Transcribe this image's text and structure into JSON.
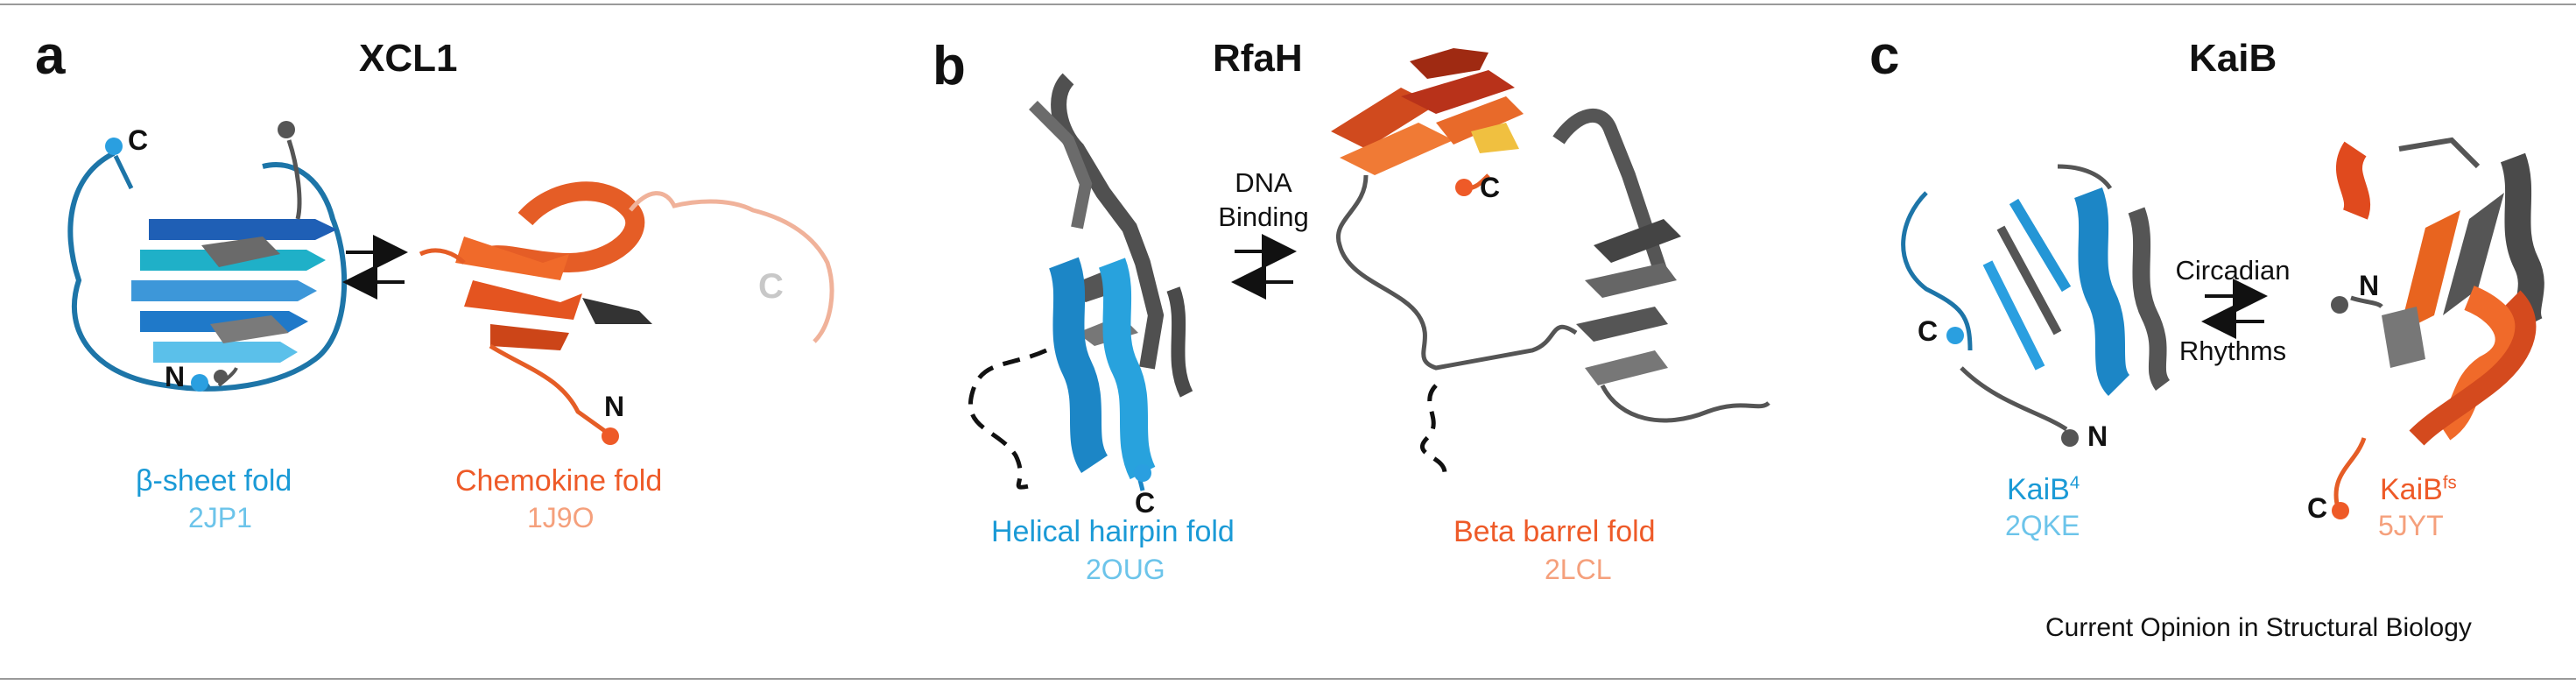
{
  "panels": [
    {
      "letter": "a",
      "title": "XCL1",
      "left": {
        "fold": "β-sheet fold",
        "pdb": "2JP1"
      },
      "right": {
        "fold": "Chemokine fold",
        "pdb": "1J9O"
      },
      "termini": {
        "left_c": "C",
        "left_n": "N",
        "right_n": "N",
        "right_c": "C"
      }
    },
    {
      "letter": "b",
      "title": "RfaH",
      "left": {
        "fold": "Helical hairpin fold",
        "pdb": "2OUG"
      },
      "right": {
        "fold": "Beta barrel fold",
        "pdb": "2LCL"
      },
      "arrow_label_line1": "DNA",
      "arrow_label_line2": "Binding",
      "termini": {
        "left_c": "C",
        "right_c": "C"
      }
    },
    {
      "letter": "c",
      "title": "KaiB",
      "left": {
        "fold_base": "KaiB",
        "fold_sup": "4",
        "pdb": "2QKE"
      },
      "right": {
        "fold_base": "KaiB",
        "fold_sup": "fs",
        "pdb": "5JYT"
      },
      "arrow_label_line1": "Circadian",
      "arrow_label_line2": "Rhythms",
      "termini": {
        "left_c": "C",
        "left_n": "N",
        "right_n": "N",
        "right_c": "C"
      }
    }
  ],
  "credit": "Current Opinion in Structural Biology",
  "colors": {
    "blue": "#1a9ad6",
    "light_blue": "#6cc4ea",
    "orange": "#ee5a28",
    "light_orange": "#f5a07c",
    "gray": "#555555"
  }
}
